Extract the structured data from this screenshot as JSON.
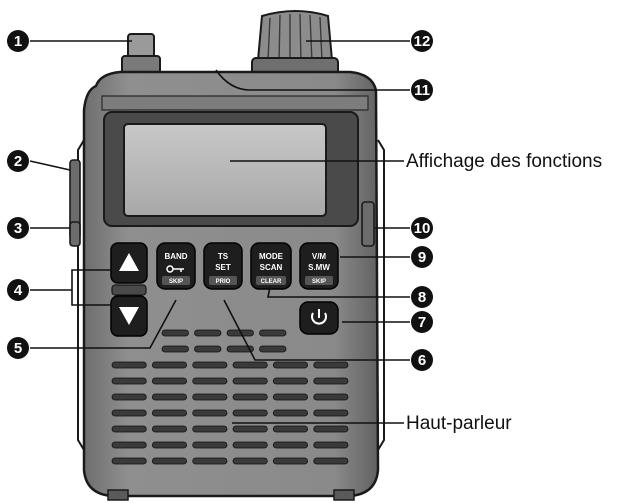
{
  "labels": {
    "display": "Affichage des fonctions",
    "speaker": "Haut-parleur"
  },
  "keys": {
    "band": {
      "line1": "BAND",
      "line2": "",
      "sub": "SKIP"
    },
    "ts": {
      "line1": "TS",
      "line2": "SET",
      "sub": "PRIO"
    },
    "mode": {
      "line1": "MODE",
      "line2": "SCAN",
      "sub": "CLEAR"
    },
    "vm": {
      "line1": "V/M",
      "line2": "S.MW",
      "sub": "SKIP"
    }
  },
  "callouts": [
    "1",
    "2",
    "3",
    "4",
    "5",
    "6",
    "7",
    "8",
    "9",
    "10",
    "11",
    "12"
  ],
  "icons": {
    "up": "triangle-up-icon",
    "down": "triangle-down-icon",
    "power": "power-icon",
    "key": "key-lock-icon"
  },
  "colors": {
    "body": "#8a8a8a",
    "body_dark": "#5a5a5a",
    "outline": "#1a1a1a",
    "screen": "#bdbdbd",
    "keys": "#1e1e1e",
    "callout": "#111111"
  }
}
